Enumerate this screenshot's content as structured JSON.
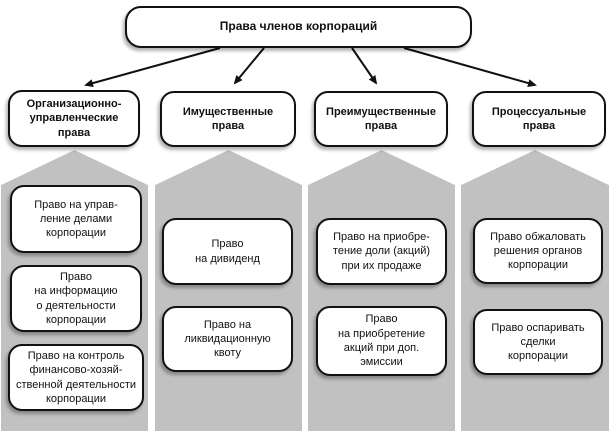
{
  "diagram": {
    "root": {
      "label": "Права членов корпораций"
    },
    "branches": [
      {
        "label": "Организационно-\nуправленческие\nправа",
        "items": [
          "Право на управ-\nление делами\nкорпорации",
          "Право\nна информацию\nо деятельности\nкорпорации",
          "Право на контроль\nфинансово-хозяй-\nственной деятельности\nкорпорации"
        ]
      },
      {
        "label": "Имущественные\nправа",
        "items": [
          "Право\nна дивиденд",
          "Право на\nликвидационную\nквоту"
        ]
      },
      {
        "label": "Преимущественные\nправа",
        "items": [
          "Право на приобре-\nтение доли (акций)\nпри их продаже",
          "Право\nна приобретение\nакций при доп.\nэмиссии"
        ]
      },
      {
        "label": "Процессуальные\nправа",
        "items": [
          "Право обжаловать\nрешения органов\nкорпорации",
          "Право оспаривать\nсделки\nкорпорации"
        ]
      }
    ],
    "colors": {
      "column_fill": "#c1c1c1",
      "node_border": "#111111",
      "node_fill": "#ffffff",
      "connector": "#111111"
    }
  }
}
